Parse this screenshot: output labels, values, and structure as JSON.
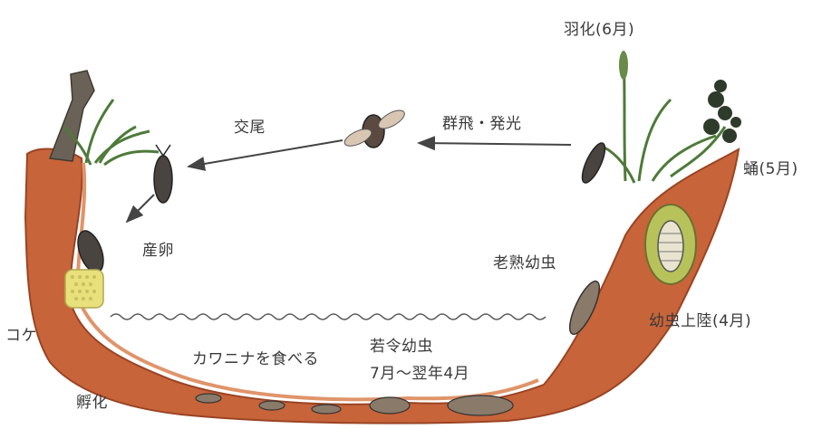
{
  "labels": {
    "emergence": "羽化(6月)",
    "swarming": "群飛・発光",
    "mating": "交尾",
    "pupa": "蛹(5月)",
    "egg_laying": "産卵",
    "mature_larva": "老熟幼虫",
    "larva_landing": "幼虫上陸(4月)",
    "moss": "コケ",
    "eats_snails": "カワニナを食べる",
    "young_larva": "若令幼虫",
    "larva_period": "7月〜翌年4月",
    "hatching": "孵化"
  },
  "colors": {
    "soil": "#c8643a",
    "soil_dark": "#9a4424",
    "water_line": "#555555",
    "plant": "#4e7a3a",
    "arrow": "#444444",
    "egg_mass": "#e8e07a",
    "pupa_cell": "#b7c25a"
  }
}
